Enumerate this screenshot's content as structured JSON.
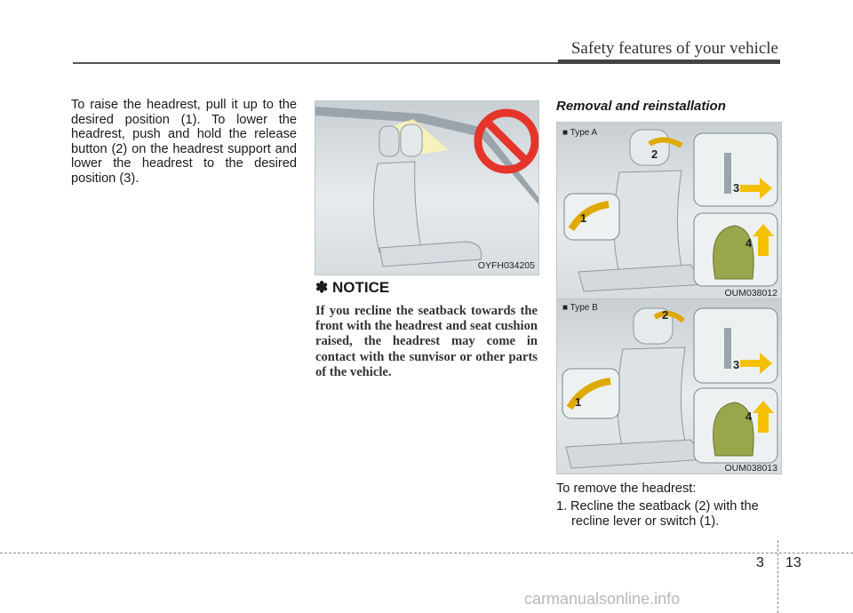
{
  "header": {
    "title": "Safety features of your vehicle"
  },
  "body": {
    "paragraph": "To raise the headrest, pull it up to the desired position (1). To lower the headrest, push and hold the release button (2) on the headrest support and lower the headrest to the desired position (3)."
  },
  "figure1": {
    "code": "OYFH034205",
    "icon": "prohibition-sign-icon"
  },
  "notice": {
    "title": "✽ NOTICE",
    "text": "If you recline the seatback towards the front with the headrest and seat cushion raised, the headrest may come in contact with the sunvisor or other parts of the vehicle."
  },
  "removal": {
    "title": "Removal and reinstallation",
    "figures": [
      {
        "type_label": "■ Type A",
        "code": "OUM038012",
        "callouts": [
          "1",
          "2",
          "3",
          "4"
        ]
      },
      {
        "type_label": "■ Type B",
        "code": "OUM038013",
        "callouts": [
          "1",
          "2",
          "3",
          "4"
        ]
      }
    ],
    "lead": "To remove the headrest:",
    "step1": {
      "num": "1.",
      "text_a": "Recline the seatback (2) with the",
      "text_b": "recline lever or switch (1)."
    }
  },
  "footer": {
    "chapter": "3",
    "page": "13"
  },
  "watermark": "carmanualsonline.info",
  "colors": {
    "prohibit": "#e5352b",
    "arrow": "#f5c000",
    "green": "#9aa64b"
  }
}
